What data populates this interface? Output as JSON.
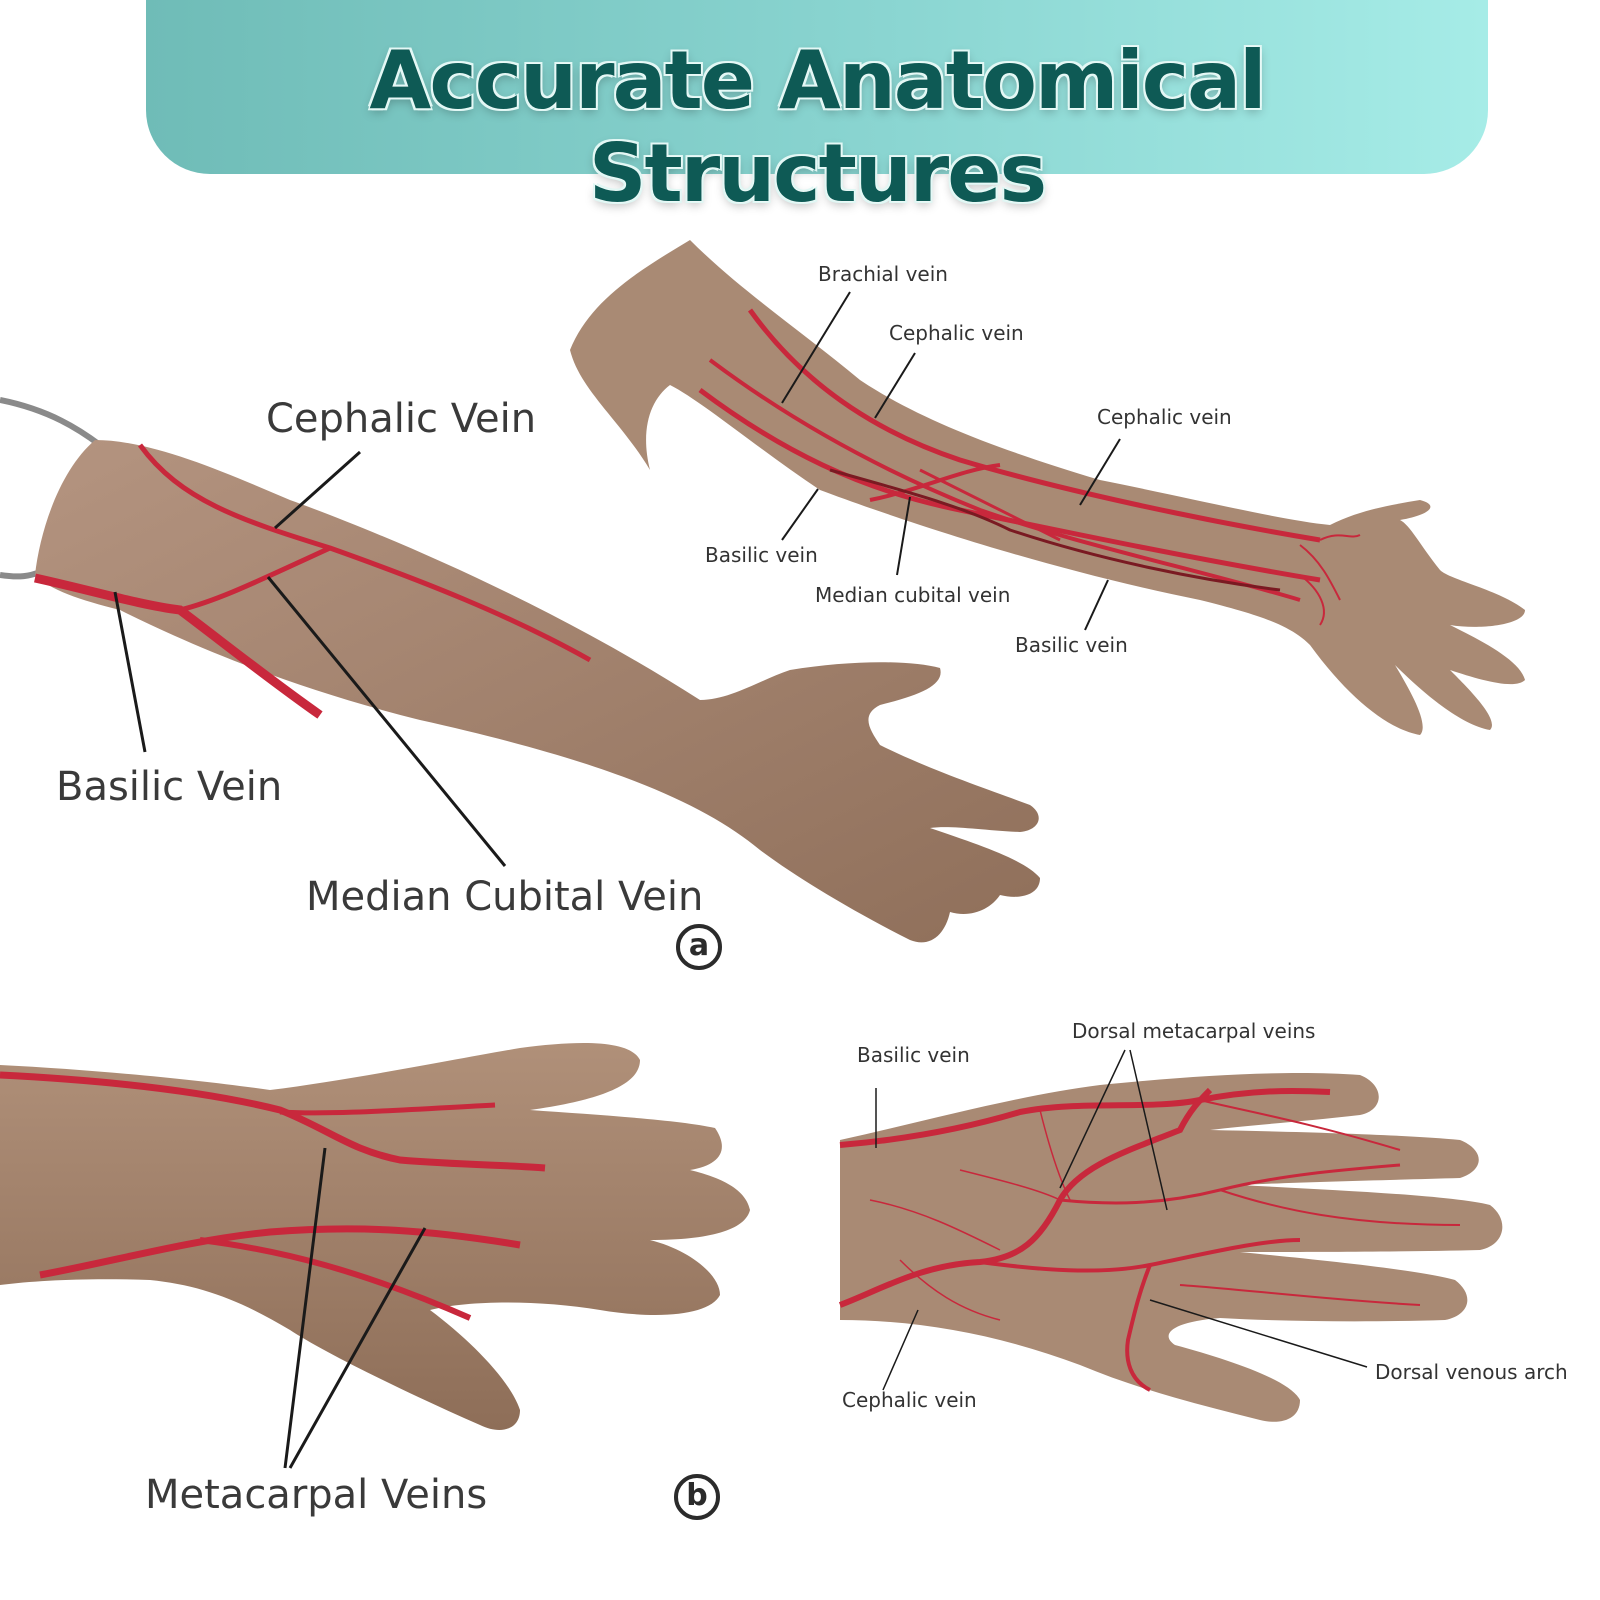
{
  "title": "Accurate Anatomical Structures",
  "colors": {
    "skin": "#a98a74",
    "vein": "#c8283c",
    "banner_start": "#6fbcb7",
    "banner_end": "#a6ece7",
    "title": "#0e5a55"
  },
  "panel_a": {
    "badge": "a",
    "labels": {
      "cephalic": "Cephalic Vein",
      "basilic": "Basilic Vein",
      "median_cubital": "Median Cubital Vein"
    },
    "diagram_labels": {
      "brachial": "Brachial vein",
      "cephalic_upper": "Cephalic vein",
      "cephalic_forearm": "Cephalic vein",
      "basilic_upper": "Basilic vein",
      "median_cubital": "Median cubital vein",
      "basilic_forearm": "Basilic vein"
    }
  },
  "panel_b": {
    "badge": "b",
    "labels": {
      "metacarpal": "Metacarpal Veins"
    },
    "diagram_labels": {
      "dorsal_metacarpal": "Dorsal metacarpal veins",
      "basilic": "Basilic vein",
      "cephalic": "Cephalic vein",
      "dorsal_arch": "Dorsal venous arch"
    }
  }
}
